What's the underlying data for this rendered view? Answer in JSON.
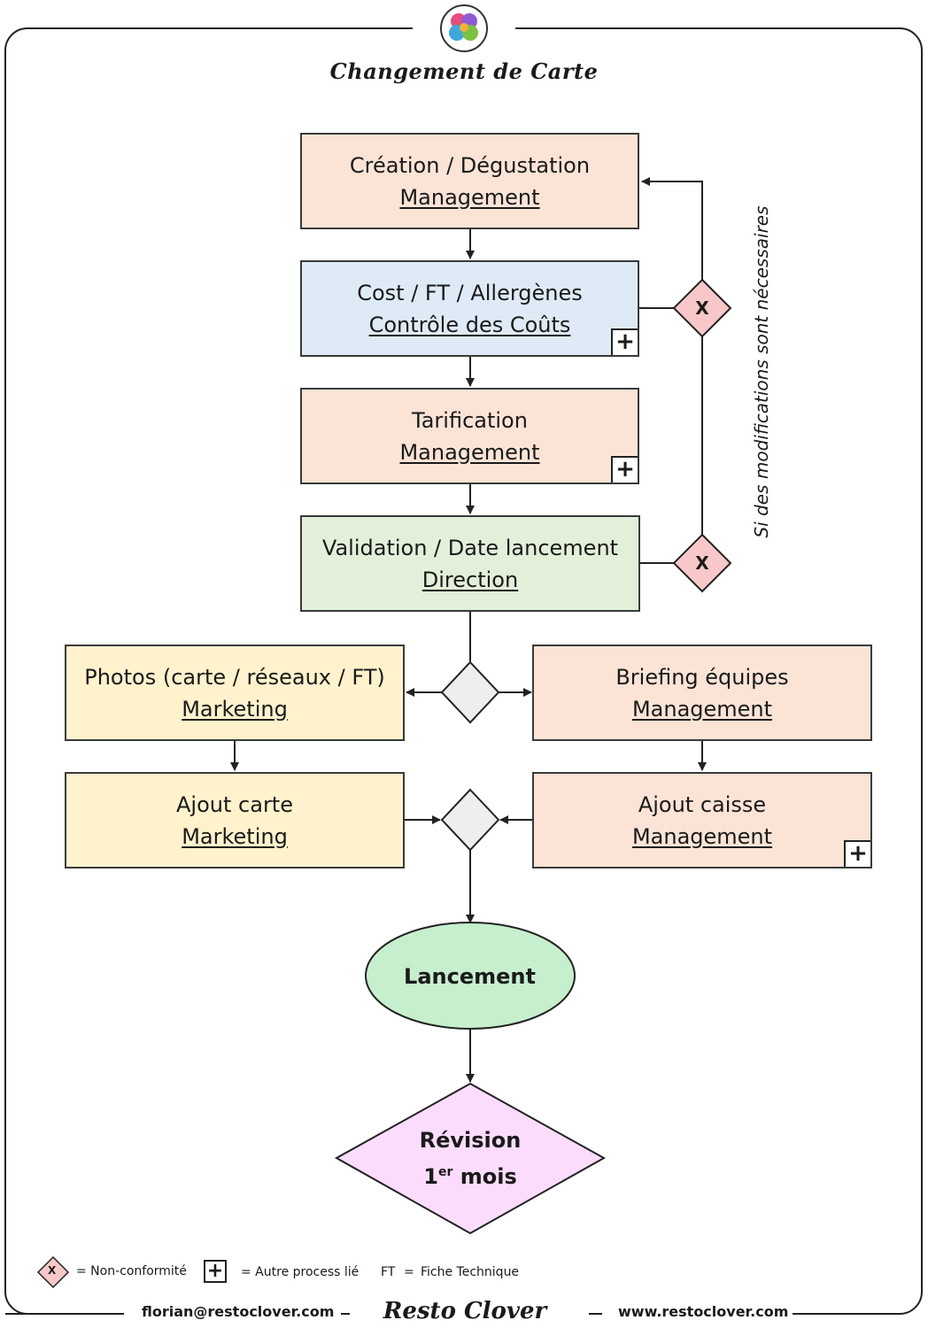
{
  "header": {
    "title": "Changement de Carte"
  },
  "steps": [
    {
      "task": "Création / Dégustation",
      "role": "Management"
    },
    {
      "task": "Cost / FT / Allergènes",
      "role": "Contrôle des Coûts"
    },
    {
      "task": "Tarification",
      "role": "Management"
    },
    {
      "task": "Validation / Date lancement",
      "role": "Direction"
    },
    {
      "task": "Photos (carte / réseaux / FT)",
      "role": "Marketing"
    },
    {
      "task": "Briefing équipes",
      "role": "Management"
    },
    {
      "task": "Ajout carte",
      "role": "Marketing"
    },
    {
      "task": "Ajout caisse",
      "role": "Management"
    }
  ],
  "symbols": {
    "plus": "+",
    "nonconformity": "X"
  },
  "loop_note": "Si des modifications sont nécessaires",
  "launch": "Lancement",
  "review": {
    "line1": "Révision",
    "num": "1",
    "sup": "er",
    "word": "mois"
  },
  "legend": {
    "x_label": "= Non-conformité",
    "plus_label": "= Autre process lié",
    "ft_abbr": "FT",
    "ft_eq": "=",
    "ft_label": "Fiche Technique"
  },
  "footer": {
    "email": "florian@restoclover.com",
    "brand": "Resto Clover",
    "website": "www.restoclover.com"
  },
  "colors": {
    "salmon": "#fbe4d6",
    "blue": "#deebf7",
    "green": "#e2f0d9",
    "yellow": "#fff2cc",
    "launch": "#c6efce",
    "review": "#fcdcfc",
    "nonconformity": "#f8c8c8",
    "gateway": "#eeeeee"
  }
}
